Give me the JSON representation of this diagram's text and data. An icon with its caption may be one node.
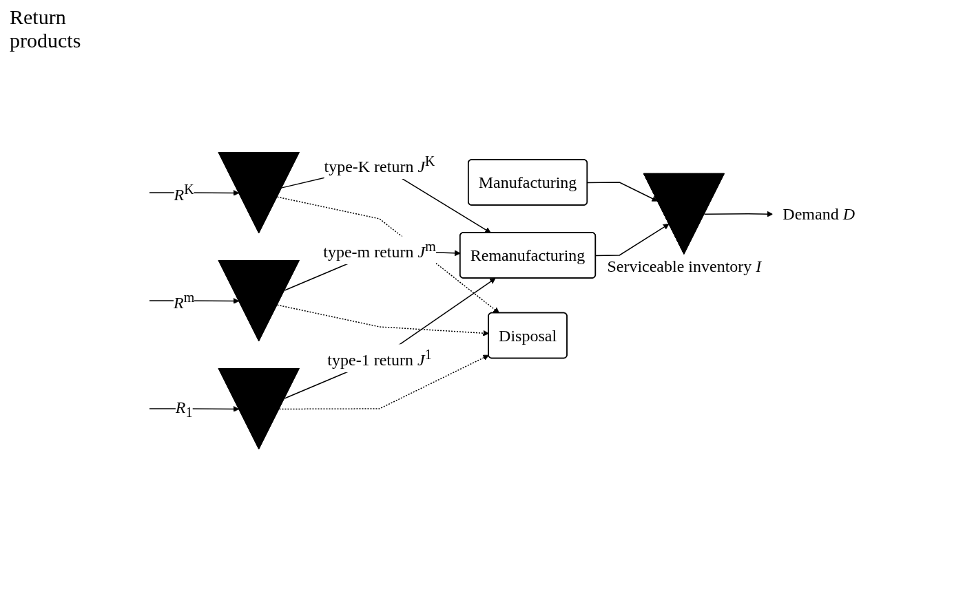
{
  "diagram": {
    "nodes": [
      {
        "text": [],
        "shape": "triangle"
      },
      {
        "text": [],
        "shape": "triangle"
      },
      {
        "text": [],
        "shape": "triangle"
      },
      {
        "text": [
          "Manufacturing"
        ]
      },
      {
        "text": [
          "Remanufacturing"
        ]
      },
      {
        "text": [],
        "shape": "triangle",
        "beside": [
          "Serviceable inventory *I*"
        ]
      },
      {
        "text": [
          "Demand *D*"
        ]
      },
      {
        "text": [
          "Disposal"
        ]
      }
    ],
    "edges": [
      {
        "from": null,
        "to": 0,
        "arrow": "to",
        "label": "*R*$^{K}$"
      },
      {
        "from": null,
        "to": 1,
        "arrow": "to",
        "label": "*R*$^{m}$"
      },
      {
        "from": null,
        "to": 2,
        "arrow": "to",
        "label": "*R*$_{1}$"
      },
      {
        "from": 0,
        "to": 4,
        "arrow": "to",
        "label": "type-K return *J*$^{K}$"
      },
      {
        "from": 1,
        "to": 4,
        "arrow": "to",
        "label": "type-m return *J*$^{m}$"
      },
      {
        "from": 2,
        "to": 4,
        "arrow": "to",
        "label": "type-1 return *J*$^{1}$"
      },
      {
        "from": 3,
        "to": 5,
        "arrow": "to"
      },
      {
        "from": 4,
        "to": 5,
        "arrow": "to"
      },
      {
        "from": 5,
        "to": 6,
        "arrow": "to"
      },
      {
        "from": 2,
        "to": 7,
        "arrow": "to",
        "style": "dashed"
      },
      {
        "from": 1,
        "to": 7,
        "arrow": "to",
        "style": "dashed"
      },
      {
        "from": 0,
        "to": 7,
        "arrow": "to",
        "style": "dashed"
      }
    ],
    "labels": [
      "Return products"
    ]
  }
}
